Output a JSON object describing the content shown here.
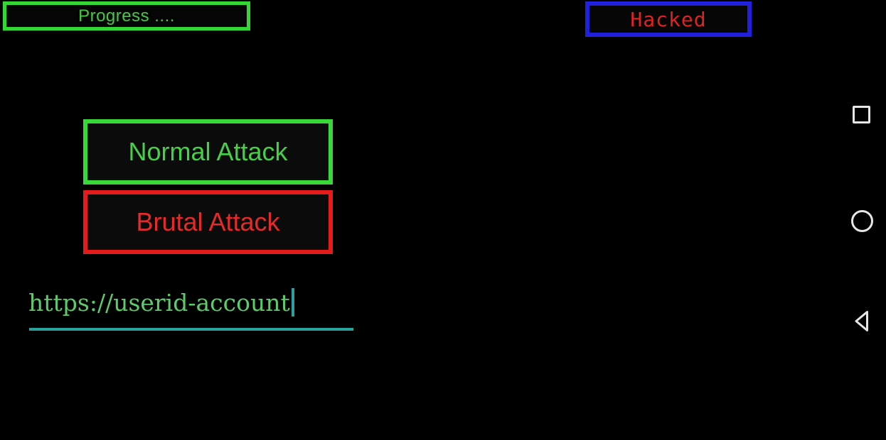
{
  "window": {
    "background": "#000000"
  },
  "banners": {
    "progress": {
      "label": "Progress ....",
      "text_color": "#45c845",
      "border_color": "#33d633"
    },
    "hacked": {
      "label": "Hacked",
      "text_color": "#e02222",
      "border_color": "#2121dd"
    }
  },
  "actions": {
    "normal_attack": {
      "label": "Normal Attack",
      "text_color": "#47d047",
      "border_color": "#38d838"
    },
    "brutal_attack": {
      "label": "Brutal Attack",
      "text_color": "#e32b2b",
      "border_color": "#e31b1b"
    }
  },
  "url_field": {
    "value": "https://userid-account",
    "text_color": "#5ecb6b",
    "cursor_color": "#2c9fa0",
    "underline_color": "#27a39e"
  },
  "android_nav": {
    "icon_color": "#e6e6e6",
    "recents_icon": "square-outline",
    "home_icon": "circle-outline",
    "back_icon": "triangle-left-outline"
  }
}
